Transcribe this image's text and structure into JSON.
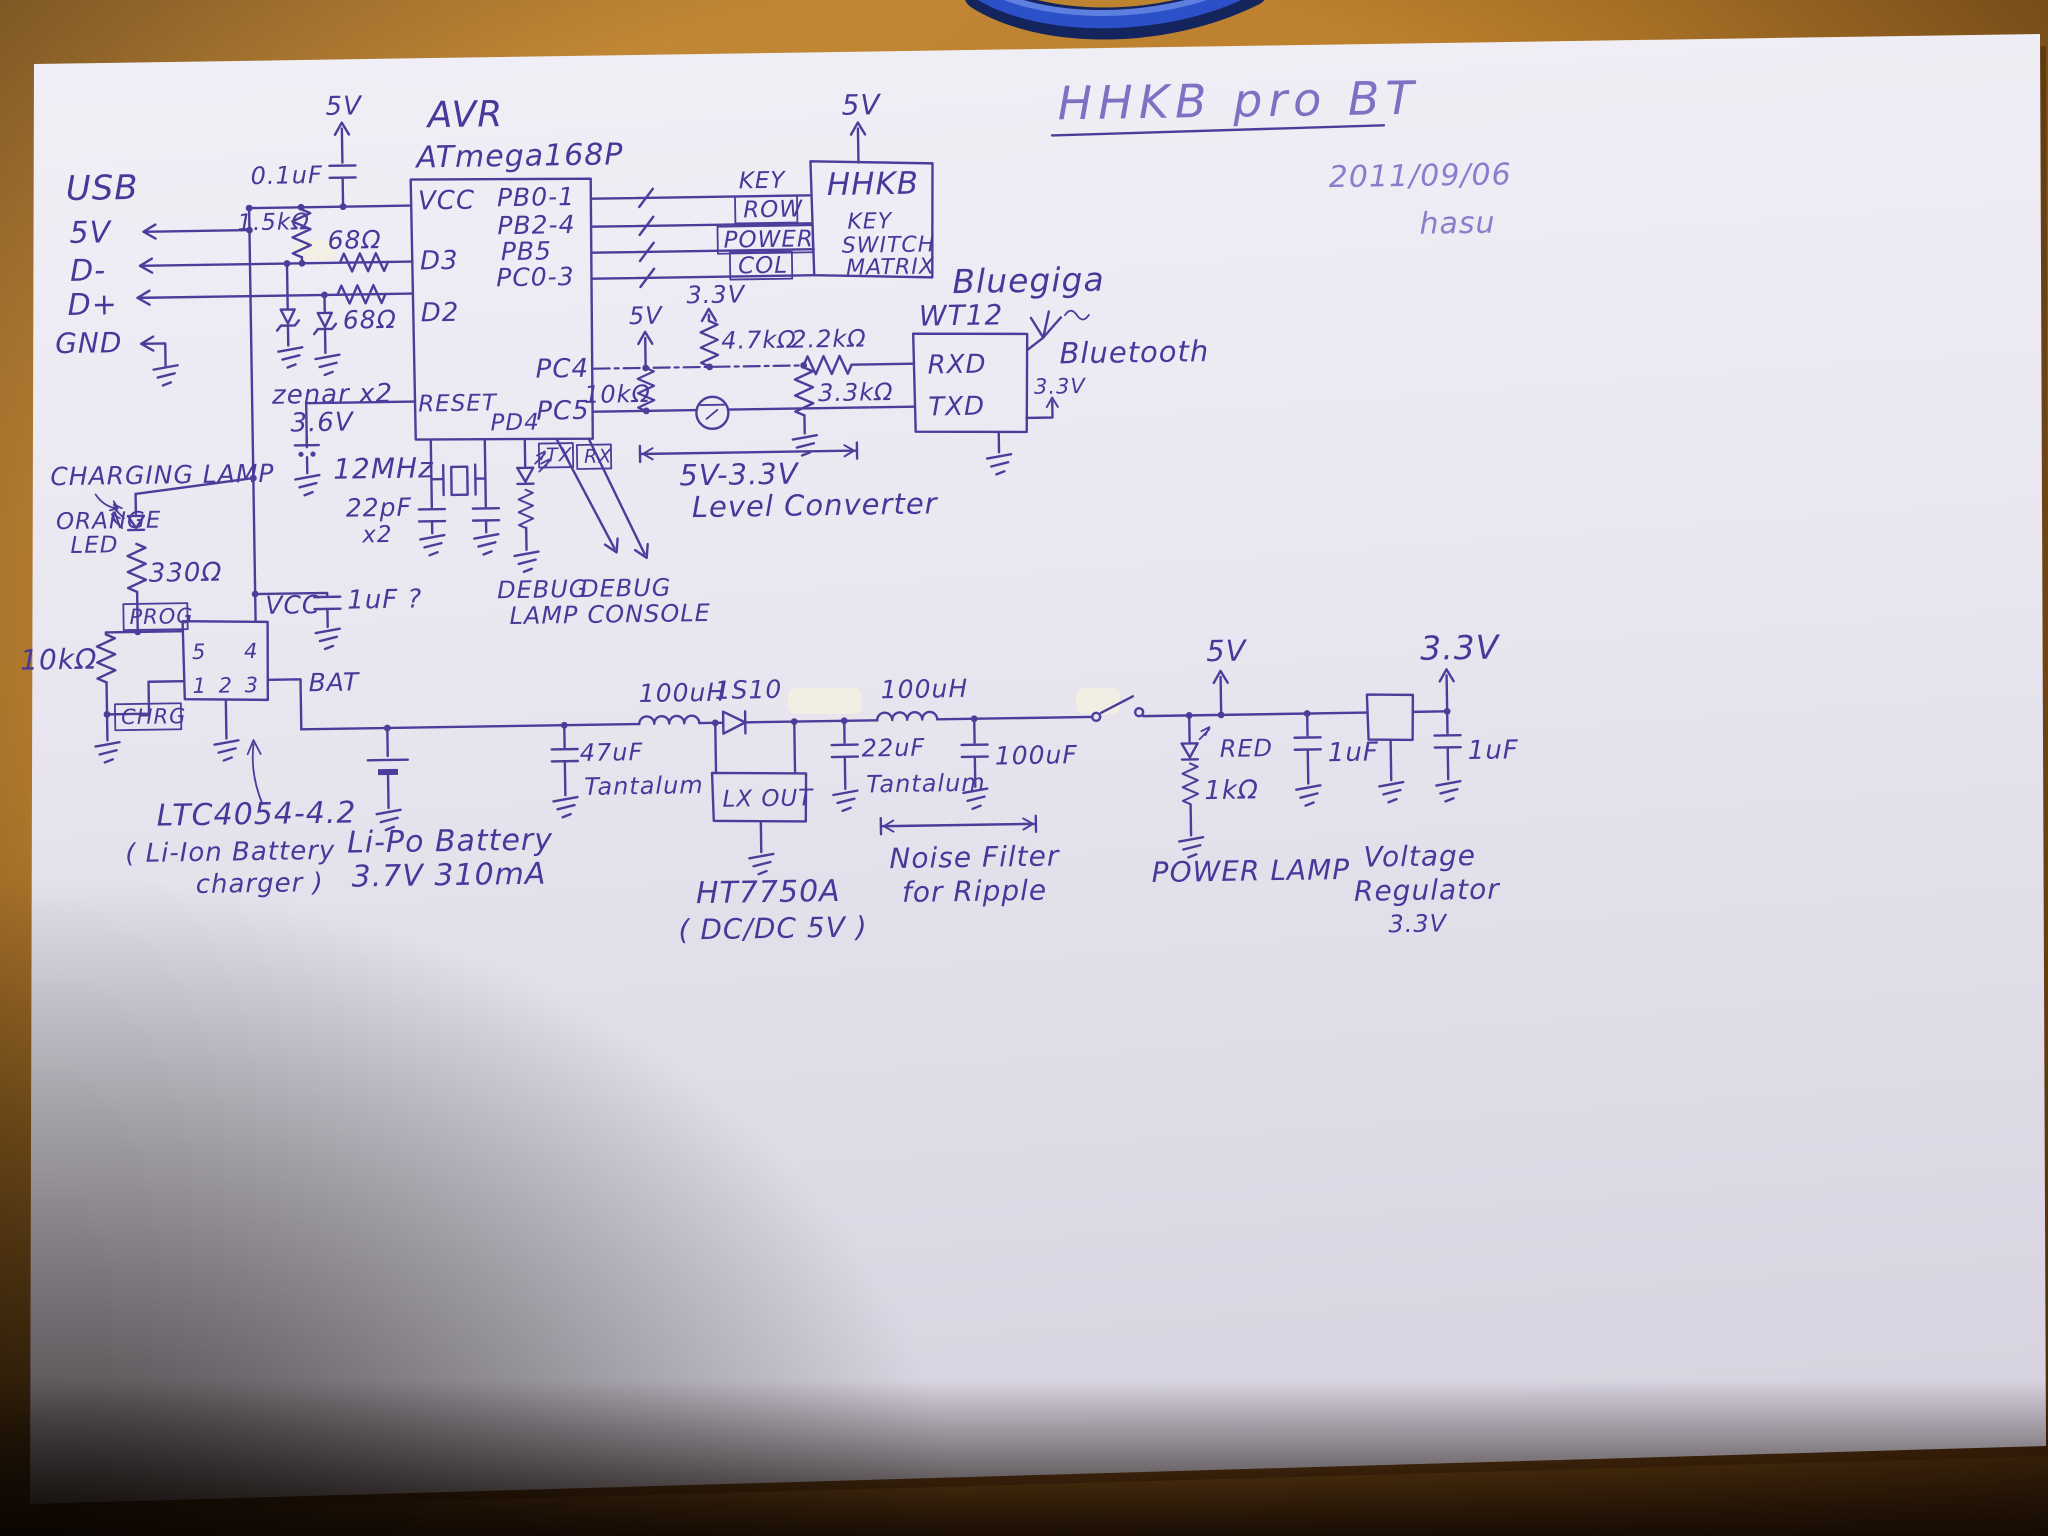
{
  "colors": {
    "ink": "#46399a",
    "paper": "#eae7f1",
    "desk": "#b87c28",
    "cable_blue": "#2b50c8"
  },
  "meta": {
    "title": "HHKB pro BT",
    "date": "2011/09/06",
    "author": "hasu"
  },
  "usb": {
    "heading": "USB",
    "v5": "5V",
    "dminus": "D-",
    "dplus": "D+",
    "gnd": "GND",
    "cap": "0.1uF",
    "rail5v": "5V",
    "r_pullup": "1.5kΩ",
    "r_dm": "68Ω",
    "r_dp": "68Ω",
    "zener": "zenar x2",
    "zener_v": "3.6V"
  },
  "avr": {
    "heading": "AVR",
    "part": "ATmega168P",
    "pin_vcc": "VCC",
    "pin_d3": "D3",
    "pin_d2": "D2",
    "pin_reset": "RESET",
    "pin_pd4": "PD4",
    "pin_pb01": "PB0-1",
    "pin_pb24": "PB2-4",
    "pin_pb5": "PB5",
    "pin_pc03": "PC0-3",
    "pin_pc4": "PC4",
    "pin_pc5": "PC5",
    "xtal": "12MHz",
    "xtal_cap": "22pF",
    "xtal_cap_qty": "x2",
    "tx": "TX",
    "rx": "RX",
    "debug_lamp_1": "DEBUG",
    "debug_lamp_2": "LAMP",
    "debug_console_1": "DEBUG",
    "debug_console_2": "CONSOLE"
  },
  "hhkb": {
    "v5": "5V",
    "name": "HHKB",
    "wire_key": "KEY",
    "wire_row": "ROW",
    "wire_power": "POWER",
    "wire_col": "COL",
    "matrix_1": "KEY",
    "matrix_2": "SWITCH",
    "matrix_3": "MATRIX"
  },
  "level": {
    "v5": "5V",
    "v33": "3.3V",
    "r47k": "4.7kΩ",
    "r22k": "2.2kΩ",
    "r33k": "3.3kΩ",
    "r10k": "10kΩ",
    "range": "5V-3.3V",
    "name": "Level Converter"
  },
  "bt": {
    "brand": "Bluegiga",
    "part": "WT12",
    "rxd": "RXD",
    "txd": "TXD",
    "bluetooth": "Bluetooth",
    "v33": "3.3V"
  },
  "charger": {
    "lamp": "CHARGING LAMP",
    "led_1": "ORANGE",
    "led_2": "LED",
    "r330": "330Ω",
    "r10k": "10kΩ",
    "prog": "PROG",
    "chrg": "CHRG",
    "vcc": "VCC",
    "bat": "BAT",
    "pin5": "5",
    "pin4": "4",
    "pin1": "1",
    "pin2": "2",
    "pin3": "3",
    "cap": "1uF ?",
    "part": "LTC4054-4.2",
    "sub1": "( Li-Ion Battery",
    "sub2": "charger )"
  },
  "battery": {
    "name": "Li-Po Battery",
    "spec": "3.7V 310mA"
  },
  "dcdc": {
    "l1": "100uH",
    "d1": "1S10",
    "c1": "47uF",
    "c1_type": "Tantalum",
    "lx_out": "LX OUT",
    "part": "HT7750A",
    "sub": "( DC/DC 5V )",
    "c2": "22uF",
    "c2_type": "Tantalum",
    "l2": "100uH",
    "c3": "100uF",
    "filter_1": "Noise Filter",
    "filter_2": "for Ripple"
  },
  "power": {
    "v5": "5V",
    "led": "RED",
    "r1k": "1kΩ",
    "lamp": "POWER LAMP"
  },
  "reg": {
    "c_in": "1uF",
    "c_out": "1uF",
    "v33": "3.3V",
    "name_1": "Voltage",
    "name_2": "Regulator",
    "name_3": "3.3V"
  }
}
